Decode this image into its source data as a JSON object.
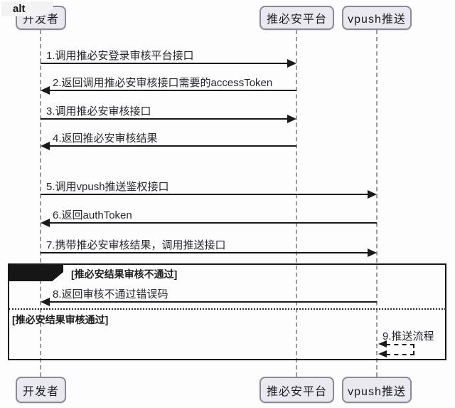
{
  "diagram": {
    "kind": "uml-sequence-diagram",
    "actors": [
      {
        "id": "developer",
        "label": "开发者"
      },
      {
        "id": "platform",
        "label": "推必安平台"
      },
      {
        "id": "vpush",
        "label": "vpush推送"
      }
    ],
    "messages": [
      {
        "num": "1",
        "label": "1.调用推必安登录审核平台接口",
        "from": "developer",
        "to": "platform",
        "style": "solid"
      },
      {
        "num": "2",
        "label": "2.返回调用推必安审核接口需要的accessToken",
        "from": "platform",
        "to": "developer",
        "style": "solid"
      },
      {
        "num": "3",
        "label": "3.调用推必安审核接口",
        "from": "developer",
        "to": "platform",
        "style": "solid"
      },
      {
        "num": "4",
        "label": "4.返回推必安审核结果",
        "from": "platform",
        "to": "developer",
        "style": "solid"
      },
      {
        "num": "5",
        "label": "5.调用vpush推送鉴权接口",
        "from": "developer",
        "to": "vpush",
        "style": "solid"
      },
      {
        "num": "6",
        "label": "6.返回authToken",
        "from": "vpush",
        "to": "developer",
        "style": "solid"
      },
      {
        "num": "7",
        "label": "7.携带推必安审核结果，调用推送接口",
        "from": "developer",
        "to": "vpush",
        "style": "solid"
      },
      {
        "num": "8",
        "label": "8.返回审核不通过错误码",
        "from": "vpush",
        "to": "developer",
        "style": "solid"
      },
      {
        "num": "9",
        "label": "9.推送流程",
        "from": "vpush",
        "to": "vpush",
        "style": "dashed-self"
      }
    ],
    "alt": {
      "operator": "alt",
      "guards": [
        "[推必安结果审核不通过]",
        "[推必安结果审核通过]"
      ]
    },
    "colors": {
      "actor_fill": "#e9e9ef",
      "actor_border": "#8a8a96",
      "message_line": "#1a1a1a",
      "lifeline": "#9a9aa2",
      "frame_border": "#161616",
      "operator_fill": "#f3f3f3",
      "background": "#fdfdfd"
    }
  }
}
